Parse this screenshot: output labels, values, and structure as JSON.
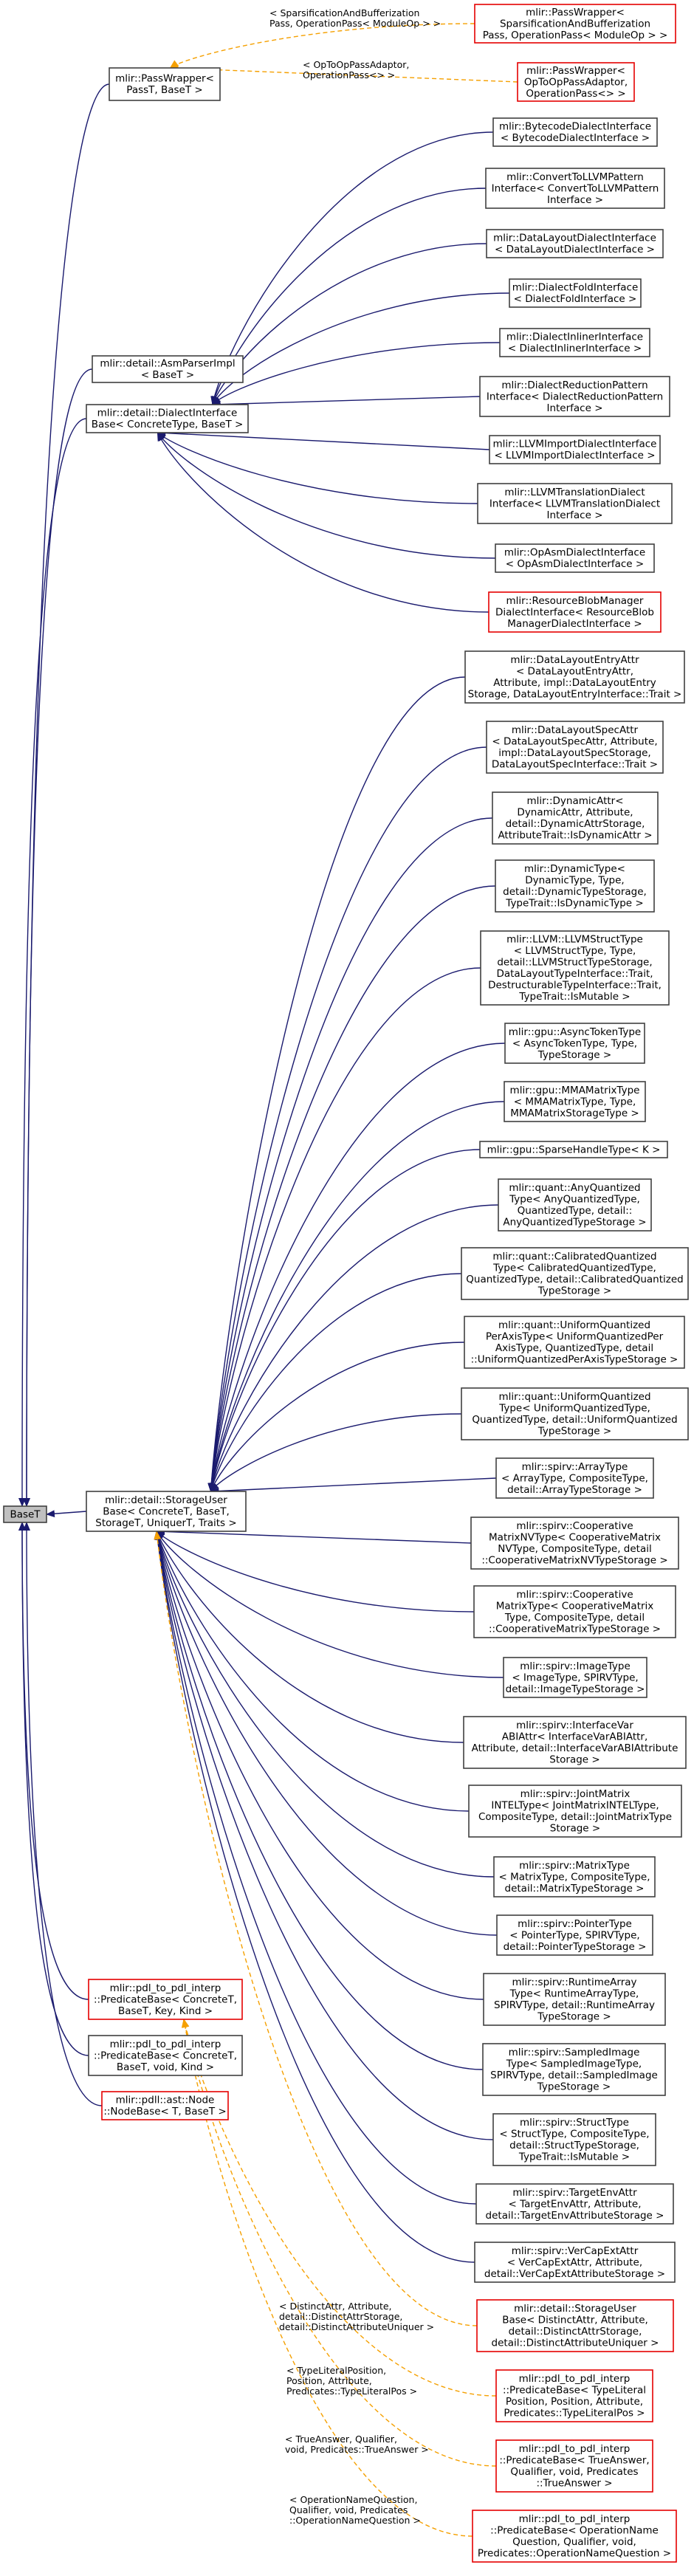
{
  "diagram": {
    "root": [
      "BaseT"
    ],
    "nodes": {
      "passwrapper": [
        "mlir::PassWrapper<",
        "PassT, BaseT >"
      ],
      "pw_sparse": [
        "mlir::PassWrapper<",
        "SparsificationAndBufferization",
        "Pass, OperationPass< ModuleOp > >"
      ],
      "pw_optoop": [
        "mlir::PassWrapper<",
        "OpToOpPassAdaptor,",
        "OperationPass<> >"
      ],
      "asmparser": [
        "mlir::detail::AsmParserImpl",
        "< BaseT >"
      ],
      "dialectiface": [
        "mlir::detail::DialectInterface",
        "Base< ConcreteType, BaseT >"
      ],
      "di_bytecode": [
        "mlir::BytecodeDialectInterface",
        "< BytecodeDialectInterface >"
      ],
      "di_converttollvm": [
        "mlir::ConvertToLLVMPattern",
        "Interface< ConvertToLLVMPattern",
        "Interface >"
      ],
      "di_datalayout": [
        "mlir::DataLayoutDialectInterface",
        "< DataLayoutDialectInterface >"
      ],
      "di_fold": [
        "mlir::DialectFoldInterface",
        "< DialectFoldInterface >"
      ],
      "di_inliner": [
        "mlir::DialectInlinerInterface",
        "< DialectInlinerInterface >"
      ],
      "di_reduction": [
        "mlir::DialectReductionPattern",
        "Interface< DialectReductionPattern",
        "Interface >"
      ],
      "di_llvmimport": [
        "mlir::LLVMImportDialectInterface",
        "< LLVMImportDialectInterface >"
      ],
      "di_llvmtranslation": [
        "mlir::LLVMTranslationDialect",
        "Interface< LLVMTranslationDialect",
        "Interface >"
      ],
      "di_opasm": [
        "mlir::OpAsmDialectInterface",
        "< OpAsmDialectInterface >"
      ],
      "di_resourceblob": [
        "mlir::ResourceBlobManager",
        "DialectInterface< ResourceBlob",
        "ManagerDialectInterface >"
      ],
      "storageuser": [
        "mlir::detail::StorageUser",
        "Base< ConcreteT, BaseT,",
        "StorageT, UniquerT, Traits >"
      ],
      "su_dlentry": [
        "mlir::DataLayoutEntryAttr",
        "< DataLayoutEntryAttr,",
        "Attribute, impl::DataLayoutEntry",
        "Storage, DataLayoutEntryInterface::Trait >"
      ],
      "su_dlspec": [
        "mlir::DataLayoutSpecAttr",
        "< DataLayoutSpecAttr, Attribute,",
        "impl::DataLayoutSpecStorage,",
        "DataLayoutSpecInterface::Trait >"
      ],
      "su_dynattr": [
        "mlir::DynamicAttr<",
        "DynamicAttr, Attribute,",
        "detail::DynamicAttrStorage,",
        "AttributeTrait::IsDynamicAttr >"
      ],
      "su_dyntype": [
        "mlir::DynamicType<",
        "DynamicType, Type,",
        "detail::DynamicTypeStorage,",
        "TypeTrait::IsDynamicType >"
      ],
      "su_llvmstruct": [
        "mlir::LLVM::LLVMStructType",
        "< LLVMStructType, Type,",
        "detail::LLVMStructTypeStorage,",
        "DataLayoutTypeInterface::Trait,",
        "DestructurableTypeInterface::Trait,",
        "TypeTrait::IsMutable >"
      ],
      "su_asynctoken": [
        "mlir::gpu::AsyncTokenType",
        "< AsyncTokenType, Type,",
        "TypeStorage >"
      ],
      "su_mmamatrix": [
        "mlir::gpu::MMAMatrixType",
        "< MMAMatrixType, Type,",
        "MMAMatrixStorageType >"
      ],
      "su_sparsehandle": [
        "mlir::gpu::SparseHandleType< K >"
      ],
      "su_anyquant": [
        "mlir::quant::AnyQuantized",
        "Type< AnyQuantizedType,",
        "QuantizedType, detail::",
        "AnyQuantizedTypeStorage >"
      ],
      "su_calquant": [
        "mlir::quant::CalibratedQuantized",
        "Type< CalibratedQuantizedType,",
        "QuantizedType, detail::CalibratedQuantized",
        "TypeStorage >"
      ],
      "su_uqperaxis": [
        "mlir::quant::UniformQuantized",
        "PerAxisType< UniformQuantizedPer",
        "AxisType, QuantizedType, detail",
        "::UniformQuantizedPerAxisTypeStorage >"
      ],
      "su_uquant": [
        "mlir::quant::UniformQuantized",
        "Type< UniformQuantizedType,",
        "QuantizedType, detail::UniformQuantized",
        "TypeStorage >"
      ],
      "su_arraytype": [
        "mlir::spirv::ArrayType",
        "< ArrayType, CompositeType,",
        "detail::ArrayTypeStorage >"
      ],
      "su_coopnv": [
        "mlir::spirv::Cooperative",
        "MatrixNVType< CooperativeMatrix",
        "NVType, CompositeType, detail",
        "::CooperativeMatrixNVTypeStorage >"
      ],
      "su_coop": [
        "mlir::spirv::Cooperative",
        "MatrixType< CooperativeMatrix",
        "Type, CompositeType, detail",
        "::CooperativeMatrixTypeStorage >"
      ],
      "su_image": [
        "mlir::spirv::ImageType",
        "< ImageType, SPIRVType,",
        "detail::ImageTypeStorage >"
      ],
      "su_ifacevar": [
        "mlir::spirv::InterfaceVar",
        "ABIAttr< InterfaceVarABIAttr,",
        "Attribute, detail::InterfaceVarABIAttribute",
        "Storage >"
      ],
      "su_jointmatrix": [
        "mlir::spirv::JointMatrix",
        "INTELType< JointMatrixINTELType,",
        "CompositeType, detail::JointMatrixType",
        "Storage >"
      ],
      "su_matrix": [
        "mlir::spirv::MatrixType",
        "< MatrixType, CompositeType,",
        "detail::MatrixTypeStorage >"
      ],
      "su_pointer": [
        "mlir::spirv::PointerType",
        "< PointerType, SPIRVType,",
        "detail::PointerTypeStorage >"
      ],
      "su_rtarray": [
        "mlir::spirv::RuntimeArray",
        "Type< RuntimeArrayType,",
        "SPIRVType, detail::RuntimeArray",
        "TypeStorage >"
      ],
      "su_sampledimage": [
        "mlir::spirv::SampledImage",
        "Type< SampledImageType,",
        "SPIRVType, detail::SampledImage",
        "TypeStorage >"
      ],
      "su_struct": [
        "mlir::spirv::StructType",
        "< StructType, CompositeType,",
        "detail::StructTypeStorage,",
        "TypeTrait::IsMutable >"
      ],
      "su_targetenv": [
        "mlir::spirv::TargetEnvAttr",
        "< TargetEnvAttr, Attribute,",
        "detail::TargetEnvAttributeStorage >"
      ],
      "su_vercap": [
        "mlir::spirv::VerCapExtAttr",
        "< VerCapExtAttr, Attribute,",
        "detail::VerCapExtAttributeStorage >"
      ],
      "su_distinct": [
        "mlir::detail::StorageUser",
        "Base< DistinctAttr, Attribute,",
        "detail::DistinctAttrStorage,",
        "detail::DistinctAttributeUniquer >"
      ],
      "pred_kind": [
        "mlir::pdl_to_pdl_interp",
        "::PredicateBase< ConcreteT,",
        "BaseT, Key, Kind >"
      ],
      "pred_void": [
        "mlir::pdl_to_pdl_interp",
        "::PredicateBase< ConcreteT,",
        "BaseT, void, Kind >"
      ],
      "nodebase": [
        "mlir::pdll::ast::Node",
        "::NodeBase< T, BaseT >"
      ],
      "pred_typeliteral": [
        "mlir::pdl_to_pdl_interp",
        "::PredicateBase< TypeLiteral",
        "Position, Position, Attribute,",
        "Predicates::TypeLiteralPos >"
      ],
      "pred_trueanswer": [
        "mlir::pdl_to_pdl_interp",
        "::PredicateBase< TrueAnswer,",
        "Qualifier, void, Predicates",
        "::TrueAnswer >"
      ],
      "pred_opname": [
        "mlir::pdl_to_pdl_interp",
        "::PredicateBase< OperationName",
        "Question, Qualifier, void,",
        "Predicates::OperationNameQuestion >"
      ]
    },
    "edge_labels": {
      "pw_sparse": [
        "< SparsificationAndBufferization",
        "Pass, OperationPass< ModuleOp > >"
      ],
      "pw_optoop": [
        "< OpToOpPassAdaptor,",
        "OperationPass<> >"
      ],
      "su_distinct": [
        "< DistinctAttr, Attribute,",
        "detail::DistinctAttrStorage,",
        "detail::DistinctAttributeUniquer >"
      ],
      "pred_typeliteral": [
        "< TypeLiteralPosition,",
        "Position, Attribute,",
        "Predicates::TypeLiteralPos >"
      ],
      "pred_trueanswer": [
        "< TrueAnswer, Qualifier,",
        "void, Predicates::TrueAnswer >"
      ],
      "pred_opname": [
        "< OperationNameQuestion,",
        "Qualifier, void, Predicates",
        "::OperationNameQuestion >"
      ]
    },
    "colors": {
      "inherit_edge": "#1a1a6e",
      "template_edge": "#f5a000",
      "node_border": "#404040",
      "incomplete_border": "#e50000",
      "root_fill": "#c0c0c0"
    }
  }
}
